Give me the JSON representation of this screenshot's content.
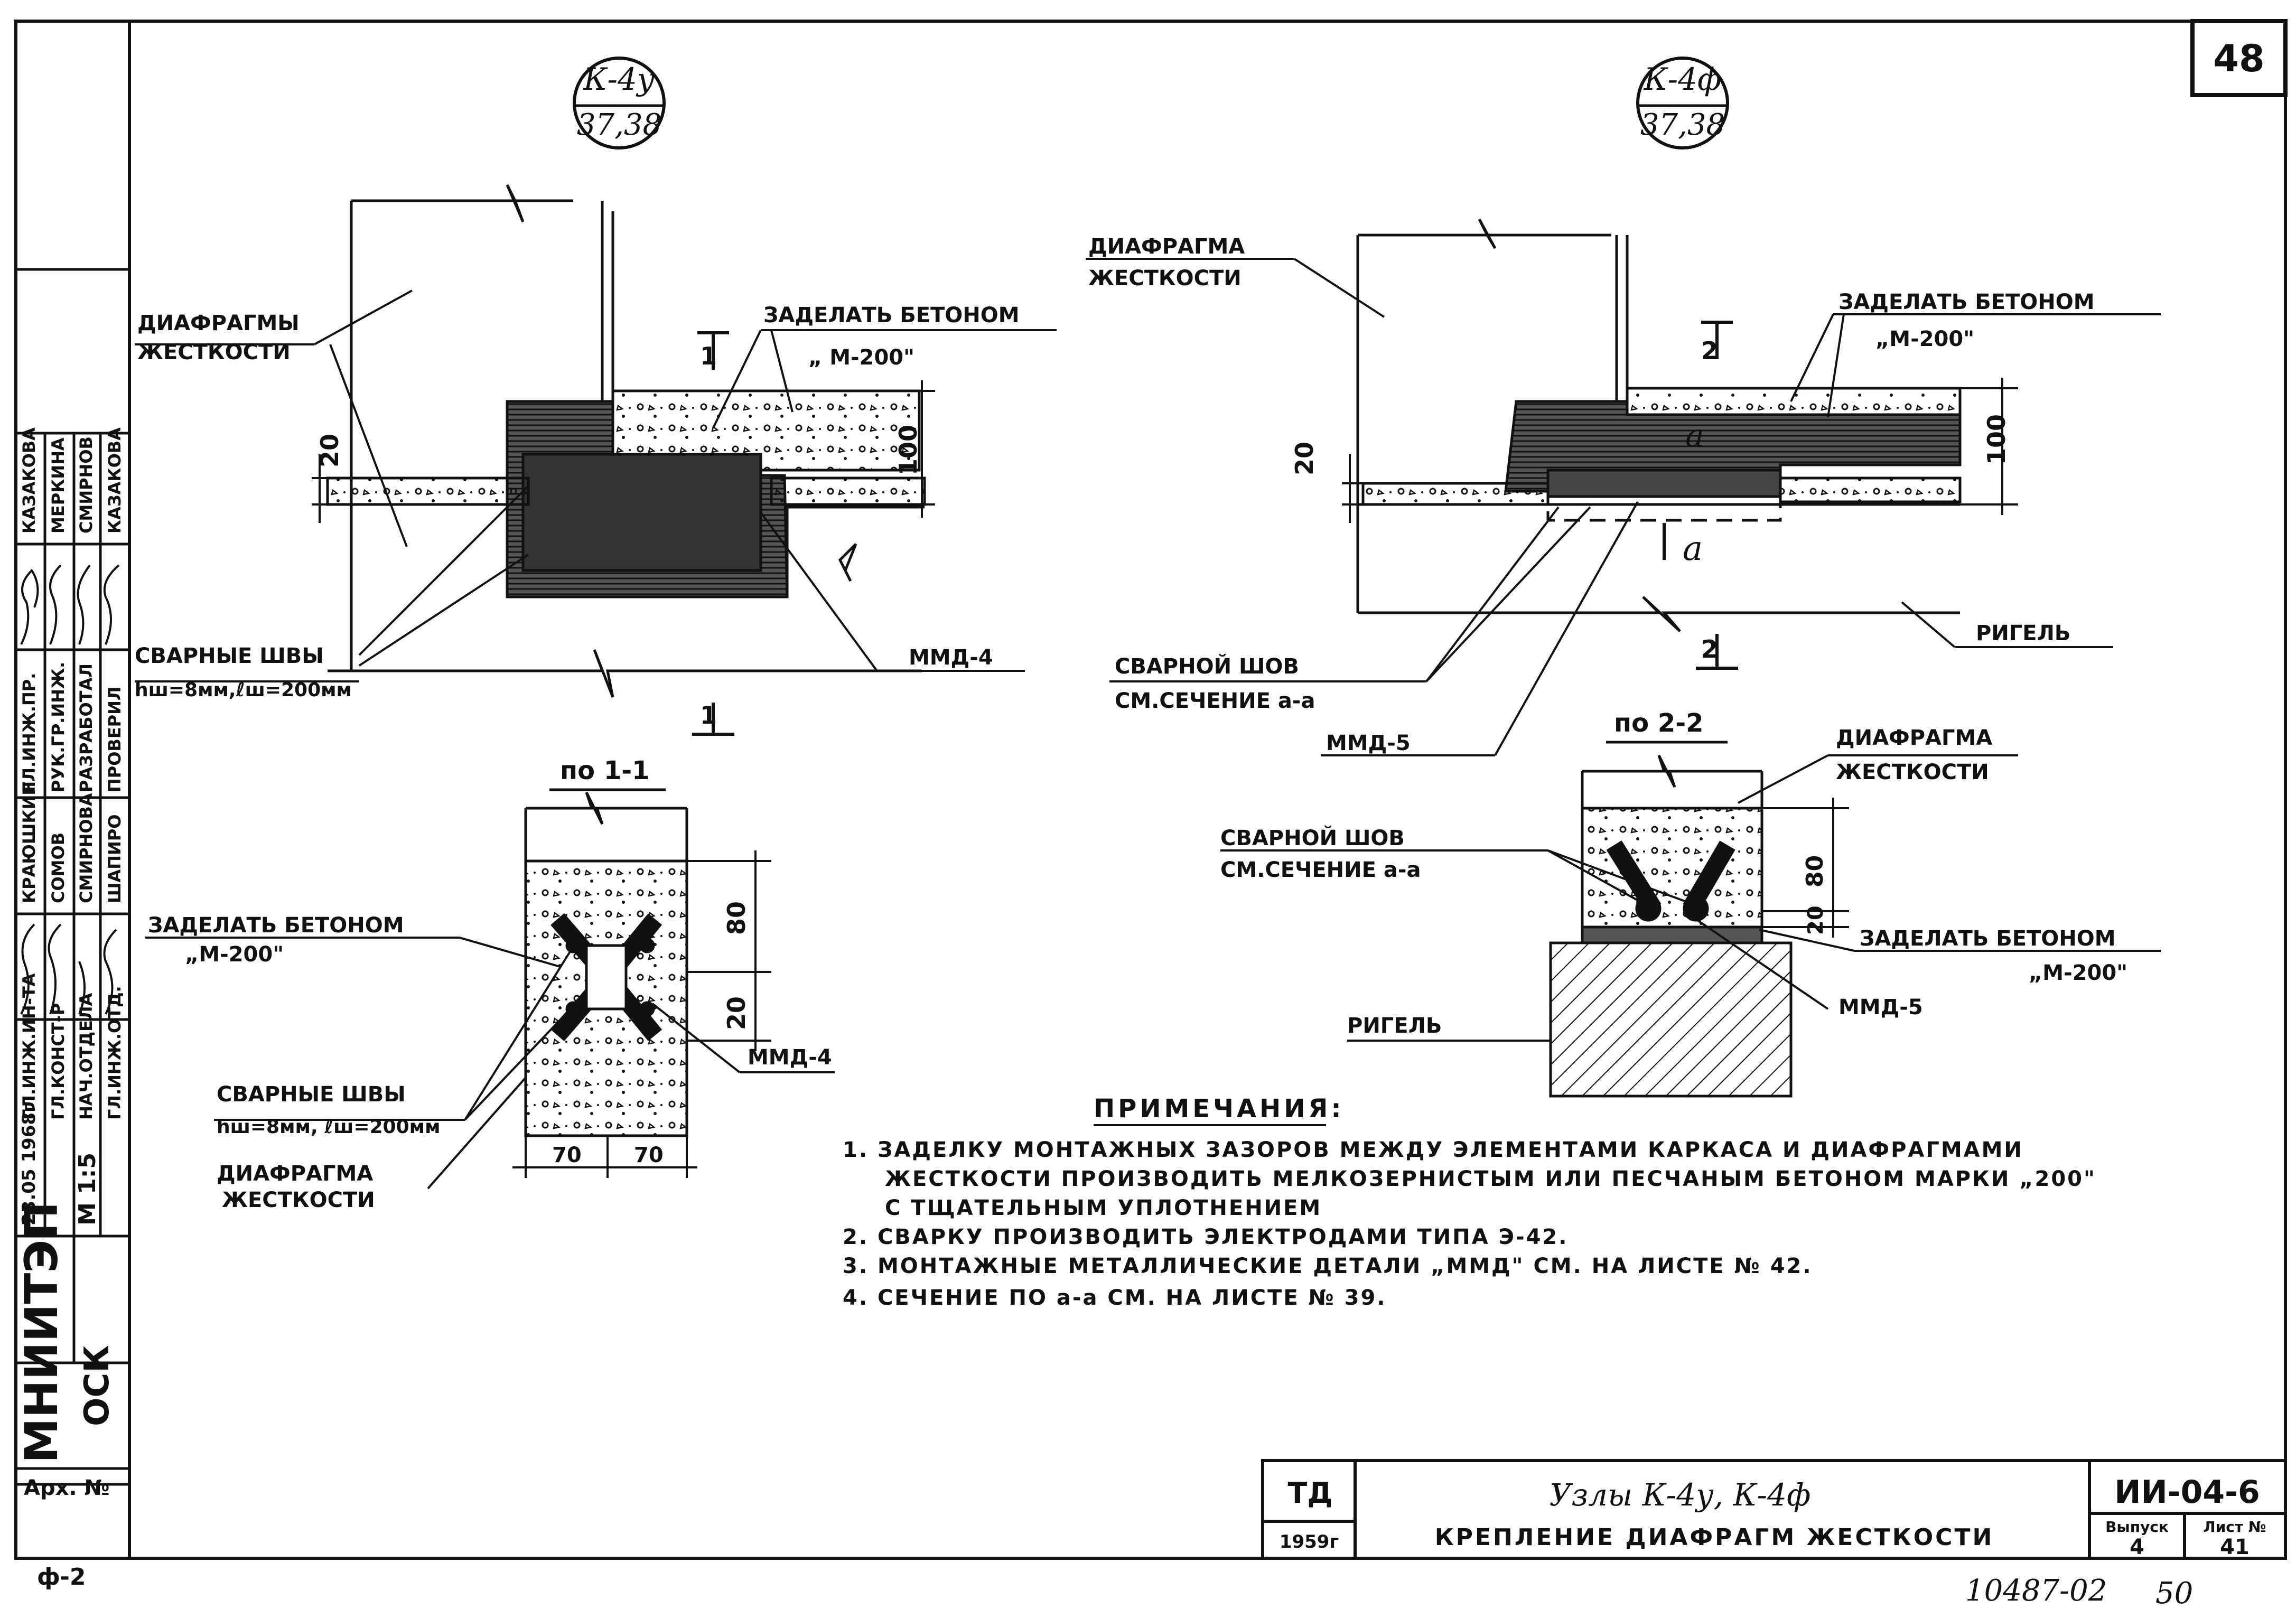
{
  "sheet": {
    "page_number": "48",
    "footer_left": "ф-2",
    "footer_inv": "10487-02",
    "footer_page": "50"
  },
  "stamp": {
    "org": "МНИИТЭП",
    "dept": "ОСК",
    "arch": "Арх. №",
    "date": "23.05 1968г",
    "scale": "М 1:5",
    "roles": [
      "ГЛ.ИНЖ.ПР.",
      "ГЛ.ИНЖ.ИН-ТА",
      "ГЛ.КОНСТ-Р",
      "НАЧ.ОТДЕЛА",
      "ГЛ.ИНЖ.ОТД.",
      "РУК.ГР.ИНЖ.",
      "РАЗРАБОТАЛ",
      "ПРОВЕРИЛ"
    ],
    "names": [
      "КАЗАКОВА",
      "МЕРКИНА",
      "СМИРНОВ",
      "КАЗАКОВА",
      "КРАЮШКИН",
      "СОМОВ",
      "СМИРНОВА",
      "ШАПИРО"
    ]
  },
  "title_block": {
    "org_code": "ТД",
    "year": "1959г",
    "title_line1": "Узлы К-4у, К-4ф",
    "title_line2": "КРЕПЛЕНИЕ ДИАФРАГМ ЖЕСТКОСТИ",
    "doc_number": "ИИ-04-6",
    "issue_label": "Выпуск",
    "issue_value": "4",
    "sheet_label": "Лист №",
    "sheet_value": "41"
  },
  "node_left": {
    "tag_top": "К-4у",
    "tag_bottom": "37,38",
    "label_diaphragms": [
      "ДИАФРАГМЫ",
      "ЖЕСТКОСТИ"
    ],
    "label_concrete": [
      "ЗАДЕЛАТЬ БЕТОНОМ",
      "„ М-200\""
    ],
    "label_welds": [
      "СВАРНЫЕ ШВЫ",
      "hш=8мм,ℓш=200мм"
    ],
    "label_mmd": "ММД-4",
    "dim_20": "20",
    "dim_100": "100",
    "section_mark": "1"
  },
  "node_right": {
    "tag_top": "К-4ф",
    "tag_bottom": "37,38",
    "label_diaphragm": [
      "ДИАФРАГМА",
      "ЖЕСТКОСТИ"
    ],
    "label_concrete": [
      "ЗАДЕЛАТЬ БЕТОНОМ",
      "„М-200\""
    ],
    "label_weld": [
      "СВАРНОЙ ШОВ",
      "СМ.СЕЧЕНИЕ а-а"
    ],
    "label_mmd": "ММД-5",
    "label_rigel": "РИГЕЛЬ",
    "dim_20": "20",
    "dim_100": "100",
    "section_mark": "2",
    "cut_mark": "а"
  },
  "section_1": {
    "title": "по 1-1",
    "label_concrete": [
      "ЗАДЕЛАТЬ БЕТОНОМ",
      "„М-200\""
    ],
    "label_welds": [
      "СВАРНЫЕ ШВЫ",
      "hш=8мм, ℓш=200мм"
    ],
    "label_diaphragm": [
      "ДИАФРАГМА",
      "ЖЕСТКОСТИ"
    ],
    "label_mmd": "ММД-4",
    "dim_80": "80",
    "dim_20": "20",
    "dim_70a": "70",
    "dim_70b": "70"
  },
  "section_2": {
    "title": "по 2-2",
    "label_diaphragm": [
      "ДИАФРАГМА",
      "ЖЕСТКОСТИ"
    ],
    "label_weld": [
      "СВАРНОЙ ШОВ",
      "СМ.СЕЧЕНИЕ а-а"
    ],
    "label_concrete": [
      "ЗАДЕЛАТЬ БЕТОНОМ",
      "„М-200\""
    ],
    "label_mmd": "ММД-5",
    "label_rigel": "РИГЕЛЬ",
    "dim_80": "80",
    "dim_20": "20"
  },
  "notes": {
    "heading": "ПРИМЕЧАНИЯ:",
    "lines": [
      "1. ЗАДЕЛКУ МОНТАЖНЫХ ЗАЗОРОВ МЕЖДУ ЭЛЕМЕНТАМИ КАРКАСА И ДИАФРАГМАМИ",
      "ЖЕСТКОСТИ ПРОИЗВОДИТЬ МЕЛКОЗЕРНИСТЫМ ИЛИ ПЕСЧАНЫМ БЕТОНОМ МАРКИ „200\"",
      "С ТЩАТЕЛЬНЫМ УПЛОТНЕНИЕМ",
      "2. СВАРКУ ПРОИЗВОДИТЬ ЭЛЕКТРОДАМИ ТИПА Э-42.",
      "3. МОНТАЖНЫЕ МЕТАЛЛИЧЕСКИЕ ДЕТАЛИ „ММД\" СМ. НА ЛИСТЕ № 42.",
      "4. СЕЧЕНИЕ ПО а-а СМ. НА ЛИСТЕ № 39."
    ]
  }
}
